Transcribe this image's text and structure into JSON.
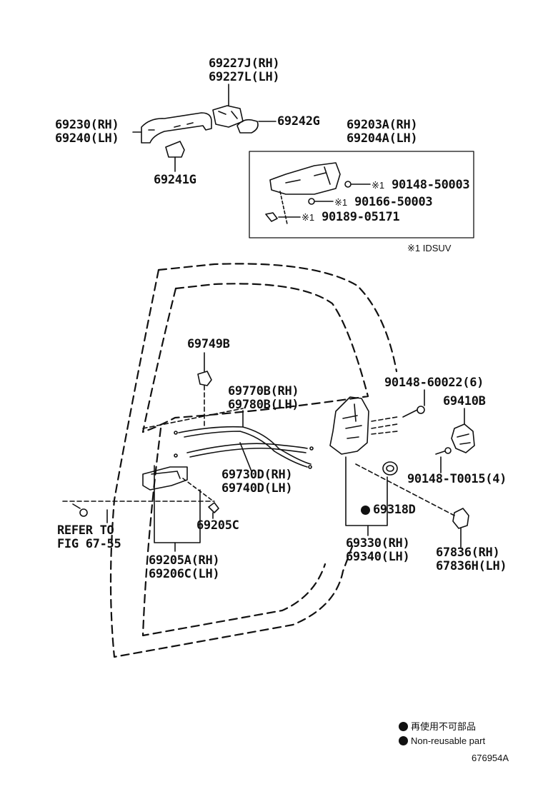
{
  "diagram": {
    "parts": {
      "p69227": {
        "rh": "69227J(RH)",
        "lh": "69227L(LH)"
      },
      "p69230": {
        "rh": "69230(RH)",
        "lh": "69240(LH)"
      },
      "p69242": "69242G",
      "p69241": "69241G",
      "p69203": {
        "rh": "69203A(RH)",
        "lh": "69204A(LH)"
      },
      "bolt1": "90148-50003",
      "bolt2": "90166-50003",
      "bolt3": "90189-05171",
      "note_mark": "※1",
      "note_text": "IDSUV",
      "p69749": "69749B",
      "p69770": {
        "rh": "69770B(RH)",
        "lh": "69780B(LH)"
      },
      "p90148_60022": "90148-60022(6)",
      "p69410": "69410B",
      "p90148_t0015": "90148-T0015(4)",
      "p69730": {
        "rh": "69730D(RH)",
        "lh": "69740D(LH)"
      },
      "p69318": "69318D",
      "refer": {
        "line1": "REFER TO",
        "line2": "FIG 67-55"
      },
      "p69205c": "69205C",
      "p69205a": {
        "rh": "69205A(RH)",
        "lh": "69206C(LH)"
      },
      "p69330": {
        "rh": "69330(RH)",
        "lh": "69340(LH)"
      },
      "p67836": {
        "rh": "67836(RH)",
        "lh": "67836H(LH)"
      }
    },
    "legend": {
      "jp": "再使用不可部品",
      "en": "Non-reusable part"
    },
    "figure_code": "676954A"
  }
}
